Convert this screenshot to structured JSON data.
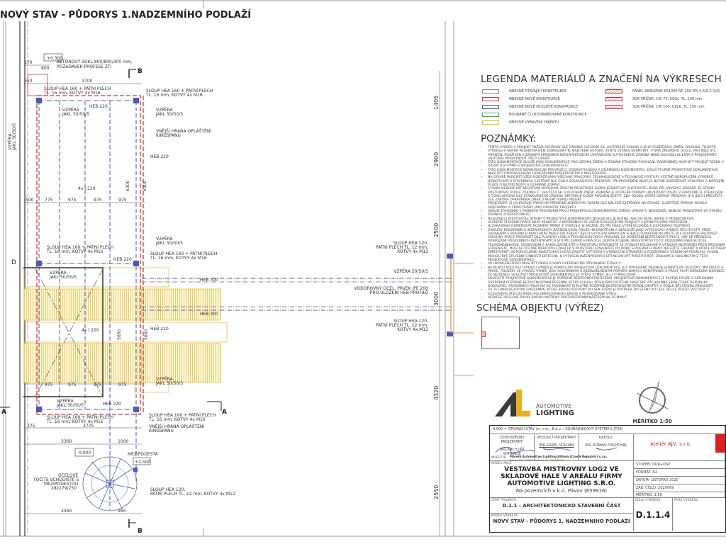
{
  "drawing": {
    "title": "NOVÝ STAV - PŮDORYS 1.NADZEMNÍHO PODLAŽÍ",
    "level_top": "+0,300",
    "level_floor": "0,000",
    "level_landing": "+2,500",
    "labels": {
      "socle": "BETONOVÝ SOKL 800/800/300 mm,",
      "socle2": "POŽADAVEK PROFESE ZTI",
      "col_hea160": "SLOUP HEA 160 + PATNÍ PLECH",
      "col_hea160_b": "TL. 16 mm, KOTVY 4x M16",
      "strut": "VZPĚRA",
      "strut_b": "JAKL 50/50/5",
      "outer_edge": "VNĚJŠÍ HRANA OPLÁŠTĚNÍ",
      "outer_edge_b": "KINGSPANU",
      "heb220": "HEB 220",
      "i220": "4x I 220",
      "heb300": "HEB 300",
      "col_hea120": "SLOUP HEA 120,",
      "col_hea120_b": "PATNÍ PLECH TL. 12 mm,",
      "col_hea120_c": "KOTVY 4x M12",
      "col_hea120_line": "PATNÍ PLECH TL. 12 mm, KOTVY 4x M12",
      "strut_right": "VZPĚRA 50/50/5",
      "ipe": "VODOROVNÝ OCEL. PRVEK IPE 200",
      "ipe_b": "PRO ULOŽENÍ HEB PROFILŮ",
      "stair": "OCELOVÉ",
      "stair_b": "TOČITÉ SCHODIŠTĚ S",
      "stair_c": "MEZIPODESTOU",
      "stair_d": "28x179/250",
      "landing": "MEZIPODESTA",
      "section_a": "A",
      "section_b": "B",
      "section_d": "D"
    },
    "dims": {
      "d170": "170",
      "d800": "800",
      "d650": "650",
      "d3700": "3700",
      "d775": "775",
      "d975": "975",
      "d500": "500",
      "d3775": "3775",
      "d375": "375",
      "d3360": "3360",
      "d1000": "1000",
      "d965": "965",
      "d5660": "5660",
      "d6300": "6300"
    },
    "right_dims": [
      "1405",
      "2900",
      "2500",
      "3000",
      "4320",
      "2550"
    ]
  },
  "legend": {
    "title": "LEGENDA MATERIÁLŮ A ZNAČENÍ NA VÝKRESECH",
    "items": [
      {
        "label": "OBECNÉ STÁVAJÍCÍ KONSTRUKCE",
        "color": "#888888"
      },
      {
        "label": "OBECNÉ NOVÉ KONSTRUKCE",
        "color": "#e03030"
      },
      {
        "label": "OBECNÉ NOVÉ OCELOVÉ KONSTRUKCE",
        "color": "#4050a0"
      },
      {
        "label": "BOURANÉ ČI ODSTRAŇOVANÉ KONSTRUKCE",
        "color": "#40b040"
      },
      {
        "label": "OBECNÉ VYBAVENÍ OBJEKTU",
        "color": "#e8c020"
      }
    ],
    "hatched": [
      {
        "label": "PANEL KINGSPAN KS1000 NF 100 IPN 0,5/0,5 Q/Q",
        "color": "#d03040"
      },
      {
        "label": "SDK PŘÍČKA, CW 75, CELK. TL. 100 mm",
        "color": "#d03040"
      },
      {
        "label": "SDK PŘÍČKA, CW 100, CELK. TL. 150 mm",
        "color": "#d03040"
      }
    ]
  },
  "notes": {
    "title": "POZNÁMKY:",
    "items": [
      "TENTO VÝKRES A PROJEKT POŽÍVÁ OCHRANY DLE ZÁKONA 121/2000 Sb. (AUTORSKÝ ZÁKON) A JEHO POZDĚJŠÍCH ZMĚN. ORIGINÁL TOHOTO VÝKRESU A NÁVRH ŘEŠENÍ NA NĚM ZOBRAZENÝ JE MAJETKEM AUTORA. TENTO VÝKRES NESMÍ BÝT, VYJMA ZŘEJMÉHO ÚČELU, PRO NĚJŽ BYL POŘÍZEN, POUŽÍVÁN A ŽÁDNÝM ZPŮSOBEM NERESPEKTUJÍCÍM USTANOVENÍ AUTORSKÉHO ZÁKONA NEBO DOHODU KLIENTA A PROJEKTANTA (AUTORA) POSKYTNOUT TŘETÍ OSOBĚ.",
      "TATO DOKUMENTACE SLOUŽÍ JAKO DOKUMENTACE PRO ÚZEMNÍ ŘÍZENÍ A ZÍSKÁNÍ STAVEBNÍ POVOLENÍ. PODROBNĚJI MUSÍ BÝT PROJEKT ŘEŠEN V DALŠÍCH STUPNÍCH PROJEKTOVÉ DOKUMENTACE!",
      "TATO DOKUMENTACE NENAHRAZUJE PROVÁDĚCÍ, DODAVATELSKOU A DÍLENSKOU DOKUMENTACI. DALŠÍ STUPNĚ PROJEKTOVÉ DOKUMENTACE MUSÍ BÝT ODSOUHLASENY GENERÁLNÍM PROJEKTANTEM A INVESTOREM.",
      "NA STAVBĚ MUSÍ BÝT VŽDY DODRŽOVÁNY VŠECHNY PRACOVNÍ, TECHNOLOGICKÉ A TECHNICKÉ POSTUPY VČETNĚ DOPORUČENÍ VÝROBCŮ JEDNOTLIVÝCH STAVEBNÍCH SYSTÉMŮ DLE ČSN A SOUVISEJÍCÍCH PŘEDPISŮ. PŘI PROVÁDĚNÍ PRACÍ JE NUTNÉ DODRŽOVAT VYHLÁŠKY A NAŘÍZENÍ VLÁDY O BEZPEČNOSTI A OCHRANĚ ZDRAVÍ.",
      "STAVBA NEBUDE MÍT NEGATIVNÍ DOPAD NA ŽIVOTNÍ PROSTŘEDÍ. KAŽDÝ JEDNOTLIVÝ ZHOTOVITEL BUDE PŘI LIKVIDACI ODPADŮ ZE STAVBY POSTUPOVAT PODLE ZÁKONA Č. 184/2014 Sb. V PLATNÉM ZNĚNÍ. ZEJMÉNA JE POTŘEBA ODPADY LIKVIDOVAT POUZE V ZAŘÍZENÍCH, KTERÁ JSOU K TOMU URČENA DLE STANOVENÉHO ZÁKONA. PŘITOM JE KAŽDÝ POVINEN ZJISTIT, ZDA OSOBA, KTERÉ ODPADY PŘEDÁVÁ, JE K JEJICH PŘEVZETÍ DLE ZÁKONA OPRÁVNĚNA, JINAK JÍ NESMÍ ODPAD PŘEDAT.",
      "PROJEKTANT SI VYHRAZUJE PRÁVO NA PŘÍPADNÉ KOREKTURY ŘEŠENÍ DLE NÁLEZŮ ZJIŠTĚNÍCH NA STAVBĚ. SLOŽITĚJŠÍ PŘÍPADY BUDOU OBJEDNÁNY A ZPRACOVÁNY JAKO DODATEK PROJEKTU.",
      "POKUD STAVEBNÍK V PRŮBĚHU PROVÁDĚNÍ PRACÍ PROJEKTOVOU DOKUMENTACI ZMĚNÍ, UPRAVÍ ČI NEDODRŽÍ, NENESE PROJEKTANT ZA STAVBU ŽÁDNOU ZODPOVĚDNOST.",
      "NALEZNE-LI ZHOTOVITEL STAVBY V PROJEKTOVÉ DOKUMENTACI NESOULAD, JE NUTNÉ, ABY HO ŘEŠIL IHNED S PROJEKTANTEM.",
      "VEŠKERÉ STAVEBNÍ PRÁCE MUSÍ PROBÍHAT V KOORDINACI SE VŠEMI SOUVISEJÍCÍMI PROJEKTY A JEDNOTLIVÝMI PROFESEMI.",
      "JE ZAKÁZÁNO ODMĚŘOVAT ROZMĚRY PŘÍMO Z VÝKRESU. JE MOŽNÉ, ŽE PŘI TISKU VÝKRESŮ DOJDE K DEFORMACI ROZMĚRŮ",
      "ZÁKRESY PODZEMNÍCH INŽENÝRSKÝCH ZAŘÍZENÍ JSOU POUZE INFORMATIVNÍ A NESLOUŽÍ JAKO VYTYČOVACÍ VÝKRES TĚCHTO SÍTÍ. PŘED ZAHÁJENÍM STAVEBNÍCH PRACÍ MUSÍ INVESTOR ZAJISTIT JEJICH VYTYČENÍ SPRÁVCEM A JEJICH OZNAČENÍ NA MÍSTĚ DLE PLATNÝCH PŘEDPISŮ. VŠECHNY PRÁCE PROVÁDĚT DLE PLATNÝCH ČSN A TECHNOLOGICKÝCH PRAVIDEL ZA DODRŽENÍ BEZPEČNOSTI PRÁCE. ABY SE PŘEDEŠLO POŠKOZENÍ PODZEMNÍCH INŽENÝRSKÝCH SÍTÍ PŘI ZEMNÍCH PRACÍCH, DOPORUČUJEME INVESTOROVI TOTO: PODZEMNÍ ENERGETICKÉ, TELEKOMUNIKAČNÍ, VODOVODNÍ A KANALIZAČNÍ SÍTĚ V PROSTORU STAVENIŠTĚ SE VYZNAČÍ POLOHOVĚ A VÝŠKOVĚ NEJPOZDĚJI PŘED PŘEDÁNÍM STAVENIŠTĚ, MUSÍ SE VČETNĚ MĚŘICKÝCH ZNAČEK V PROSTORU STAVENIŠTĚ PO DOBU STAVEBNÍCH PRACÍ NÁLEŽITĚ CHRÁNIT A PODLE POTŘEBY ZPŘÍSTUPNIT. DOPORUČUJEME INVESTOROVI VČAS ZAJISTIT VYTYČENÍ A VYZNAČENÍ STÁVAJÍCÍCH PODZEMNÍCH VEDENÍ NA POVRCHU, POKUD MOHOU BÝT STAVEBNÍ ČINNOSTÍ DOTČENA. K VYTYČENÍ INŽENÝRSKÝCH SÍTÍ NESMÍ BÝT POUŽITO KÓT, ZÍSKANÝCH ODSUNUTÍM Z TÉTO PROJEKTOVÉ DOKUMENTACE.",
      "PO UKONČENÍ PRACÍ MUSÍ BÝT OKOLÍ STAVBY UVEDENO DO PŮVODNÍHO STAVU!!!",
      "NEDÍLNOU SOUČÁSTÍ VÝKAZU VÝMĚR JE KOMPLETNÍ PROJEKTOVÁ DOKUMENTACE, JEŽ PODROBNĚ DEFINUJE JEDNOTLIVÉ POLOŽKY, MATERIÁLY A PRÁCE. POLOŽKY VE VÝKAZU VÝMĚR JSOU SOUHRNNÝM A ZJEDNODUŠENÝM POPISEM DANÝCH KONSTRUKCÍ A PRACÍ. PLATÍ OBRÁCENÁ DEFINICE, ŽE NEDÍLNOU SOUČÁSTÍ PROJEKTOVÉ DOKUMENTACE JE VÝKAZ VÝMĚR, JE-LI VYPRACOVÁN.",
      "SOUČÁSTÍ PROJEKTOVÉ DOKUMENTACE JE POŽÁRNĚ BEZPEČNOSTNÍ ŘEŠENÍ, PROJEKTOVÁ DOKUMENTACE JE PLATNÁ POUZE S AKTUÁLNÍM OVĚŘENÍM POŽÁRNĚ BEZPEČNOSTNÍM ŘEŠENÍM, KTERÝ SCHÁLIL PŘÍSLUŠNÝ DOTČENÝ HASIČSKÝ ZÁCHRANNÝ SBOR ČESKÉ REPUBLIKY. DODAVATEL STAVEBNÍCH PRACÍ MÁ ZA POVINNOST SI PLATNÉ POŽÁRNĚ BEZPEČNOSTNÍ ŘEŠENÍ OPATŘIT A PODLE NĚJ STAVBU PROVÁDĚT.",
      "ZA TECHNOLOGICKÝMI ZAŘÍZENÍMI, KTERÉ BUDOU KOTVENY DO SDK STĚNY JE POTŘEBA DO STĚNY PO CELÉ DÉLCE VLOŽIT VÝZTUHY Z OCELOVÉHO PLECHU NEBO AGLOMEROVANÉHO DŘEVA V POŽADOVANÉ VÝŠCE.",
      "VEŠKERÉ OCELOVÉ PRVKY BUDOU NATŘENY PROTIPOŽÁRNÍM NÁTĚREM NA 30 MINUT"
    ]
  },
  "schema": {
    "title": "SCHÉMA OBJEKTU (VÝŘEZ)"
  },
  "logo": {
    "line1": "AUTOMOTIVE",
    "line2": "LIGHTING",
    "accent": "#e8b020",
    "dark": "#3a3a3a"
  },
  "scale": {
    "label": "MĚŘÍTKO 1:50"
  },
  "title_block": {
    "datum_note": "0,000 = STÁVAJÍCÍ STAV (m n.m., B.p.v. / SOUŘADNICOVÝ SYSTÉM S-JTSK)",
    "roles": [
      {
        "role": "ZODPOVĚDNÝ PROJEKTANT",
        "name": "ING.ARCH.JIŘÍ VOHRALÍK"
      },
      {
        "role": "VEDOUCÍ PROJEKTANT",
        "name": "ING.KAREL VOLDÁN"
      },
      {
        "role": "KRESLIL",
        "name": "ING.ROMAN POSPÍCHAL"
      }
    ],
    "investor_label": "INVESTOR",
    "investor": "Marelli Automotive Lighting Jihlava (Czech Republic) s.r.o.",
    "investor_addr": "Pávov 133, 58601 Jihlava, IČ: 25133152",
    "company": "Ateliér AJV, s.r.o.",
    "company_color": "#d02020",
    "action_label": "NÁZEV AKCE",
    "action": "VESTAVBA MISTROVNY LOG2 VE SKLADOVÉ HALE V AREÁLU FIRMY AUTOMOTIVE LIGHTING S.R.O.",
    "location": "Na pozemcích v k.ú. Pávov (659916)",
    "part_label": "ČÁST PROJEKTU",
    "part": "D.1.1 - ARCHITEKTONICKO STAVEBNÍ ČÁST",
    "sheet_label": "NÁZEV VÝKRESU",
    "sheet": "NOVÝ STAV - PŮDORYS 1. NADZEMNÍHO PODLAŽÍ",
    "stage": "STUPEŇ: DUR+DSP",
    "format": "FORMÁT: A2",
    "date": "DATUM: LISTOPAD 2020",
    "job": "ZAK. ČÍSLO: 2020069",
    "scale": "MĚŘÍTKO: 1:50",
    "drawing_no_label": "ČÍSLO VÝKRESU",
    "drawing_no": "D.1.1.4",
    "pare_label": "PARÉ VÝKRESU"
  }
}
